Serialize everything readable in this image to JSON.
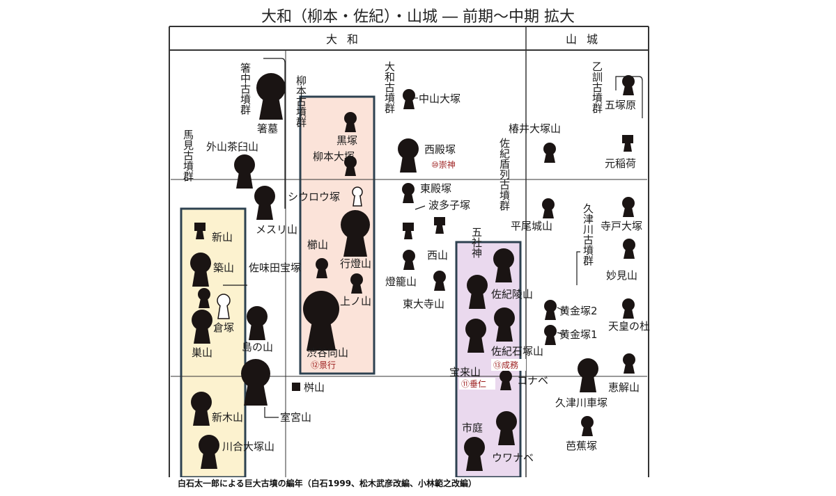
{
  "title": "大和（柳本・佐紀）・山城 ― 前期〜中期 拡大",
  "caption": "白石太一郎による巨大古墳の編年（白石1999、松木武彦改編、小林範之改編）",
  "headers": {
    "yamato": "大和",
    "yamashiro": "山城"
  },
  "groups": {
    "hashinaka": "箸中古墳群",
    "yanagimoto": "柳本古墳群",
    "umami": "馬見古墳群",
    "yamato_kofun": "大和古墳群",
    "sakitatenami": "佐紀盾列古墳群",
    "gosha": "五社神",
    "otokuni": "乙訓古墳群",
    "kuzugawa": "久津川古墳群"
  },
  "tombs": {
    "hashihaka": "箸墓",
    "hokenoyama": "外山茶臼山",
    "mesuriyama": "メスリ山",
    "kurozuka": "黒塚",
    "yanagimoto_otsuka": "柳本大塚",
    "shiuroudzuka": "シウロウ塚",
    "kushiyama": "櫛山",
    "andonyama": "行燈山",
    "uenoyama": "上ノ山",
    "shibutani": "渋谷向山",
    "shinyama": "新山",
    "tsukiyama": "築山",
    "samida": "佐味田宝塚",
    "kurazuka": "倉塚",
    "subayama": "巣山",
    "shimanoyama": "島の山",
    "masuyama": "桝山",
    "shinkiyama": "新木山",
    "muromiya": "室宮山",
    "kawai": "川合大塚山",
    "nakayama": "中山大塚",
    "nishitonozuka": "西殿塚",
    "higashitonozuka": "東殿塚",
    "hatagozuka": "波多子塚",
    "nishiyama": "西山",
    "todaijiyama": "東大寺山",
    "torogiyama": "燈籠山",
    "tsubai": "椿井大塚山",
    "hiraojo": "平尾城山",
    "saki_misasagi": "佐紀陵山",
    "saki_ishizuka": "佐紀石塚山",
    "horaisan": "宝来山",
    "konabe": "コナベ",
    "ichiniwa": "市庭",
    "uwanabe": "ウワナベ",
    "itsukahara": "五塚原",
    "motoinari": "元稲荷",
    "teradoozuka": "寺戸大塚",
    "myokenyama": "妙見山",
    "koganezuka2": "黄金塚2",
    "koganezuka1": "黄金塚1",
    "tennonomori": "天皇の杜",
    "egeyama": "恵解山",
    "kuzugawa_kurumazuka": "久津川車塚",
    "bashozuka": "芭蕉塚"
  },
  "emperors": {
    "sujin": "⑩崇神",
    "suinin": "⑪垂仁",
    "keiko": "⑫景行",
    "seimu": "⑬成務"
  },
  "colors": {
    "salmon_fill": "#fbe3d9",
    "yellow_fill": "#fcf2cf",
    "purple_fill": "#ead9ee",
    "box_border": "#2d4150",
    "emperor_red": "#9b1c1c",
    "ink": "#1a1a1a"
  }
}
